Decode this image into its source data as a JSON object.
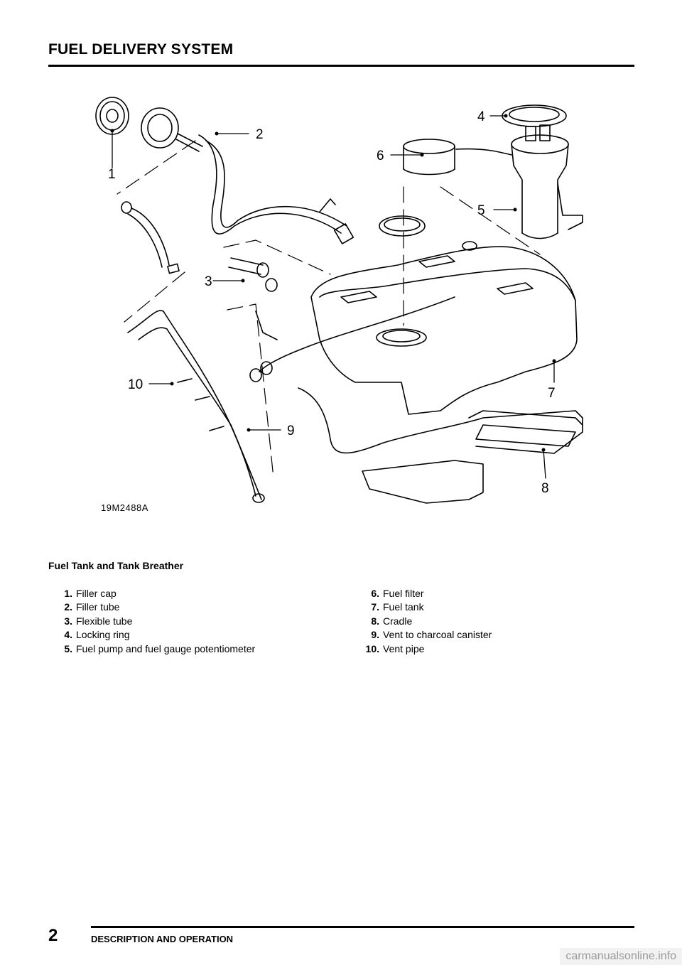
{
  "header": {
    "title": "FUEL DELIVERY SYSTEM"
  },
  "figure": {
    "id": "19M2488A",
    "callouts": [
      "1",
      "2",
      "3",
      "4",
      "5",
      "6",
      "7",
      "8",
      "9",
      "10"
    ]
  },
  "caption": "Fuel Tank and Tank Breather",
  "legend": {
    "left": [
      {
        "num": "1.",
        "label": "Filler cap"
      },
      {
        "num": "2.",
        "label": "Filler tube"
      },
      {
        "num": "3.",
        "label": "Flexible tube"
      },
      {
        "num": "4.",
        "label": "Locking ring"
      },
      {
        "num": "5.",
        "label": "Fuel pump and fuel gauge potentiometer"
      }
    ],
    "right": [
      {
        "num": "6.",
        "label": "Fuel filter"
      },
      {
        "num": "7.",
        "label": "Fuel tank"
      },
      {
        "num": "8.",
        "label": "Cradle"
      },
      {
        "num": "9.",
        "label": "Vent to charcoal canister"
      },
      {
        "num": "10.",
        "label": "Vent pipe"
      }
    ]
  },
  "footer": {
    "page_number": "2",
    "section": "DESCRIPTION AND OPERATION"
  },
  "watermark": "carmanualsonline.info"
}
